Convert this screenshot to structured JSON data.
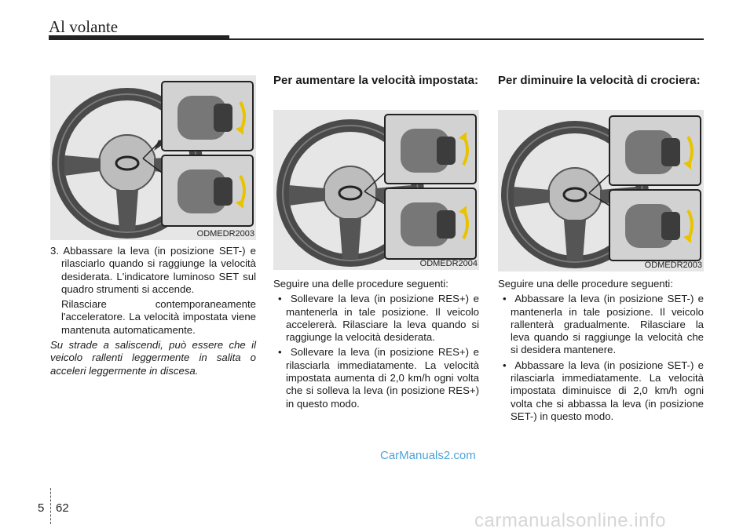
{
  "header": {
    "title": "Al volante"
  },
  "figures": [
    {
      "code": "ODMEDR2003"
    },
    {
      "code": "ODMEDR2004"
    },
    {
      "code": "ODMEDR2003"
    }
  ],
  "col1": {
    "item3_num": "3.",
    "item3_text": "Abbassare la leva (in posizione SET-) e rilasciarlo quando si raggiunge la velocità desiderata. L'indicatore luminoso SET sul quadro strumenti si accende.",
    "item3_text2": "Rilasciare contemporaneamente l'acceleratore. La velocità impostata viene mantenuta automaticamente.",
    "note": "Su strade a saliscendi, può essere che il veicolo rallenti leggermente in salita o acceleri leggermente in discesa."
  },
  "col2": {
    "heading": "Per aumentare la velocità impostata:",
    "intro": "Seguire una delle procedure seguenti:",
    "bullets": [
      "Sollevare la leva (in posizione RES+) e mantenerla in tale posizione. Il veicolo accelererà. Rilasciare la leva quando si raggiunge la velocità desiderata.",
      "Sollevare la leva (in posizione RES+) e rilasciarla immediatamente. La velocità impostata aumenta di 2,0 km/h ogni volta che si solleva la leva (in posizione RES+) in questo modo."
    ]
  },
  "col3": {
    "heading": "Per diminuire la velocità di crociera:",
    "intro": "Seguire una delle procedure seguenti:",
    "bullets": [
      "Abbassare la leva (in posizione SET-) e mantenerla in tale posizione. Il veicolo rallenterà gradualmente. Rilasciare la leva quando si raggiunge la velocità che si desidera mantenere.",
      "Abbassare la leva (in posizione SET-) e rilasciarla immediatamente. La velocità impostata diminuisce di 2,0 km/h ogni volta che si abbassa la leva (in posizione SET-) in questo modo."
    ]
  },
  "watermark": "CarManuals2.com",
  "footer": {
    "chapter": "5",
    "page": "62",
    "site": "carmanualsonline.info"
  },
  "colors": {
    "watermark": "#4fa3d9",
    "arrow": "#e8c400",
    "figure_bg": "#e6e6e6"
  }
}
